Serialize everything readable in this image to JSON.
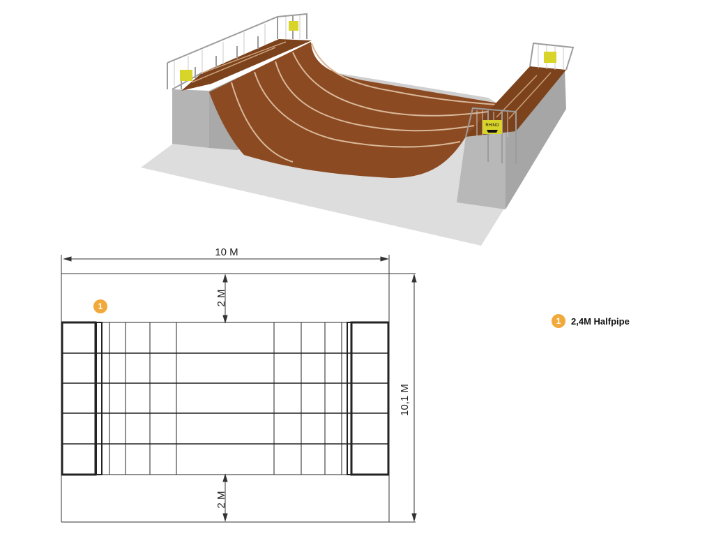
{
  "colors": {
    "marker": "#f2a93b",
    "wood": "#8a4a22",
    "concrete": "#b9b9b9",
    "ground": "#dcdcdc",
    "sign": "#d8d42a"
  },
  "icons": [
    "halfpipe-render",
    "rhino-logo-sign"
  ],
  "signs": {
    "brand": "RHINO"
  },
  "dimensions": {
    "width": "10 M",
    "top_gap": "2 M",
    "bottom_gap": "2 M",
    "depth": "10,1 M"
  },
  "markers": {
    "plan_marker": "1"
  },
  "legend": {
    "items": [
      {
        "number": "1",
        "label": "2,4M Halfpipe"
      }
    ]
  }
}
